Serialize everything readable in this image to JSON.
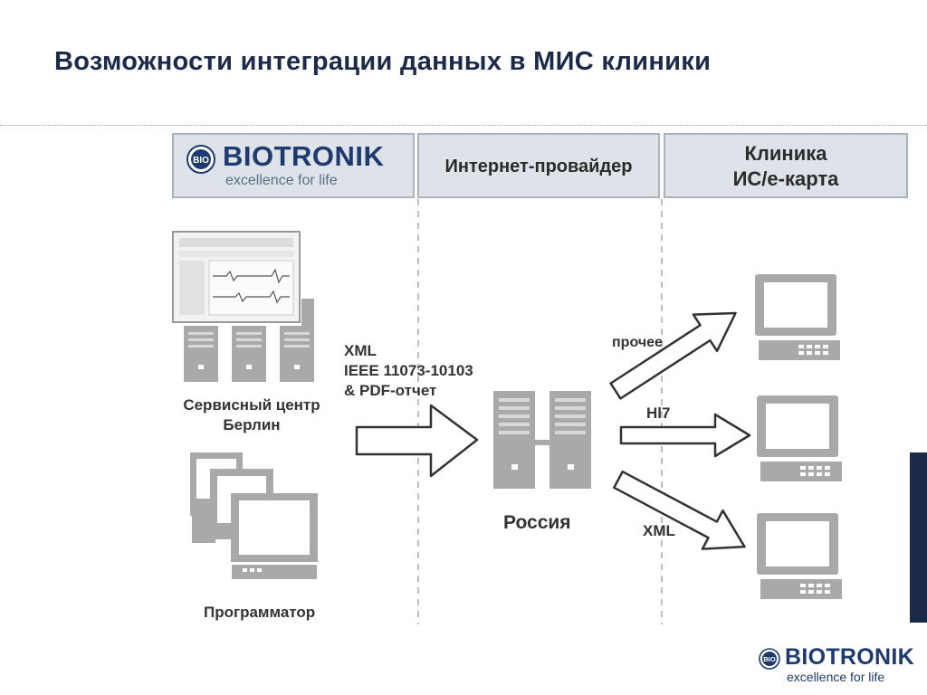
{
  "title": "Возможности интеграции данных в МИС клиники",
  "header": {
    "brand": {
      "word": "BIOTRONIK",
      "tagline": "excellence for life",
      "badge": "BIO"
    },
    "provider": "Интернет-провайдер",
    "clinic_line1": "Клиника",
    "clinic_line2": "ИС/е-карта"
  },
  "labels": {
    "service_center_line1": "Сервисный центр",
    "service_center_line2": "Берлин",
    "programmer": "Программатор",
    "russia": "Россия",
    "format_line1": "XML",
    "format_line2": "IEEE 11073-10103",
    "format_line3": "& PDF-отчет",
    "arrow_other": "прочее",
    "arrow_hl7": "Hl7",
    "arrow_xml": "XML"
  },
  "footer": {
    "word": "BIOTRONIK",
    "tagline": "excellence for life",
    "badge": "BIO"
  },
  "colors": {
    "title": "#1c2a4a",
    "brand": "#1e3a6e",
    "icon_gray": "#a9a9a9",
    "band": "#dde3e8",
    "accent": "#1c2a4a"
  }
}
